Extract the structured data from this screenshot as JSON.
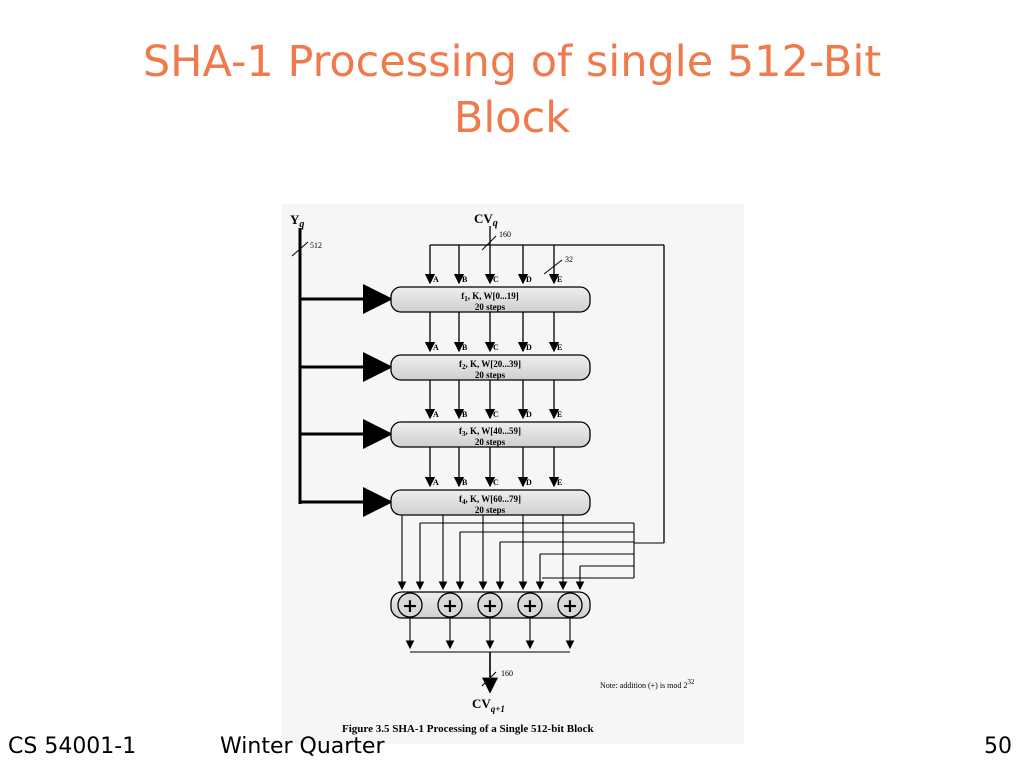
{
  "slide": {
    "title_line1": "SHA-1 Processing of single 512-Bit",
    "title_line2": "Block"
  },
  "figure": {
    "input_left": "Y",
    "input_left_sub": "q",
    "input_top": "CV",
    "input_top_sub": "q",
    "label_512": "512",
    "label_160_top": "160",
    "label_32": "32",
    "register_labels": [
      "A",
      "B",
      "C",
      "D",
      "E"
    ],
    "stages": [
      {
        "f": "f",
        "fsub": "1",
        "rest": ", K, W[0...19]",
        "steps": "20 steps"
      },
      {
        "f": "f",
        "fsub": "2",
        "rest": ", K, W[20...39]",
        "steps": "20 steps"
      },
      {
        "f": "f",
        "fsub": "3",
        "rest": ", K, W[40...59]",
        "steps": "20 steps"
      },
      {
        "f": "f",
        "fsub": "4",
        "rest": ", K, W[60...79]",
        "steps": "20 steps"
      }
    ],
    "adder_symbol": "+",
    "label_160_bottom": "160",
    "output": "CV",
    "output_sub": "q+1",
    "note": "Note:  addition (+) is mod 2",
    "note_sup": "32",
    "caption": "Figure 3.5   SHA-1 Processing of a Single 512-bit Block"
  },
  "footer": {
    "course": "CS 54001-1",
    "term": "Winter Quarter",
    "page": "50"
  }
}
